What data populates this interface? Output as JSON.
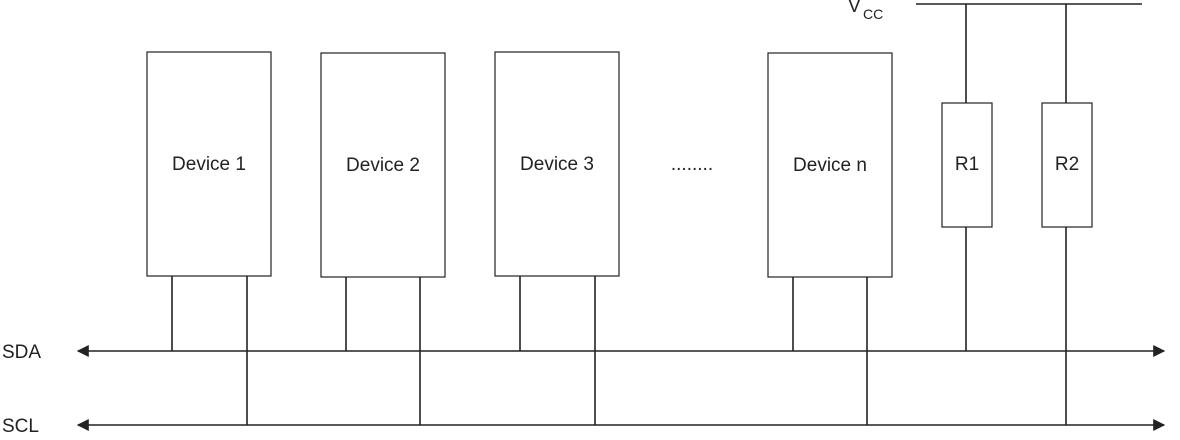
{
  "supply": {
    "label_main": "V",
    "label_sub": "CC"
  },
  "devices": [
    {
      "label": "Device 1"
    },
    {
      "label": "Device 2"
    },
    {
      "label": "Device 3"
    },
    {
      "label": "Device n"
    }
  ],
  "ellipsis": "........",
  "resistors": [
    {
      "label": "R1"
    },
    {
      "label": "R2"
    }
  ],
  "buses": {
    "sda": "SDA",
    "scl": "SCL"
  },
  "colors": {
    "line": "#222222",
    "background": "#ffffff"
  }
}
